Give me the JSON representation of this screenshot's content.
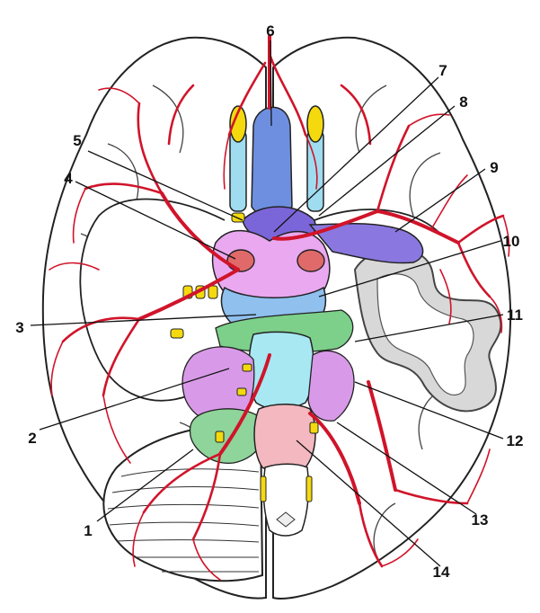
{
  "figure": {
    "kind": "anatomical illustration",
    "subject": "inferior view of the brain",
    "callouts": [
      {
        "num": "1"
      },
      {
        "num": "2"
      },
      {
        "num": "3"
      },
      {
        "num": "4"
      },
      {
        "num": "5"
      },
      {
        "num": "6"
      },
      {
        "num": "7"
      },
      {
        "num": "8"
      },
      {
        "num": "9"
      },
      {
        "num": "10"
      },
      {
        "num": "11"
      },
      {
        "num": "12"
      },
      {
        "num": "13"
      },
      {
        "num": "14"
      }
    ]
  },
  "colors": {
    "artery": "#d0142a",
    "olfactory_bulb": "#f4d90e",
    "olfactory_tract": "#9fdcef",
    "hypothalamus": "#eaa8f0",
    "midbrain": "#8fc0ee",
    "pons": "#a8e8f2",
    "nerves_green": "#7cd08a",
    "medulla": "#f4b8c0",
    "optic_purple": "#7a66d8",
    "cortex_cut": "#d8d8d8"
  }
}
